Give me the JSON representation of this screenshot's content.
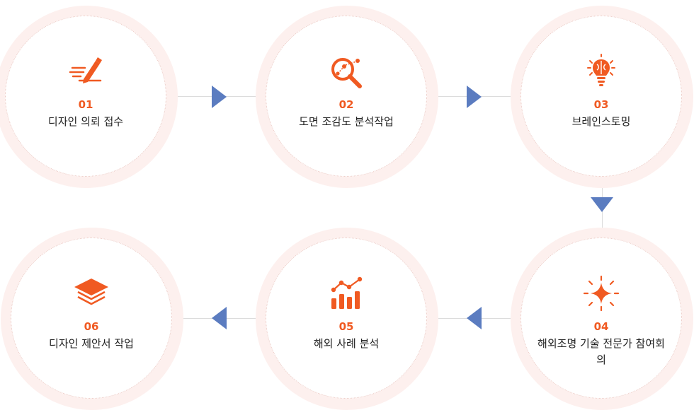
{
  "colors": {
    "accent": "#f05a22",
    "arrow": "#5b7cc0",
    "ring": "#fdf0ee"
  },
  "steps": [
    {
      "number": "01",
      "label": "디자인 의뢰 접수",
      "icon": "pen-writing-icon"
    },
    {
      "number": "02",
      "label": "도면 조감도 분석작업",
      "icon": "magnifier-analysis-icon"
    },
    {
      "number": "03",
      "label": "브레인스토밍",
      "icon": "brain-lightbulb-icon"
    },
    {
      "number": "04",
      "label": "해외조명 기술 전문가 참여회의",
      "icon": "sparkle-icon"
    },
    {
      "number": "05",
      "label": "해외 사례 분석",
      "icon": "bar-chart-trend-icon"
    },
    {
      "number": "06",
      "label": "디자인 제안서 작업",
      "icon": "layers-icon"
    }
  ]
}
